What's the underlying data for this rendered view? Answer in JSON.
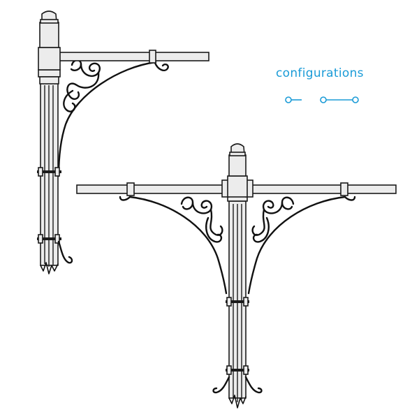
{
  "title": "configurations",
  "colors": {
    "accent": "#1a9bd7",
    "line": "#111111",
    "fill": "#ececec"
  },
  "configurations": [
    {
      "name": "single-arm-bracket"
    },
    {
      "name": "double-arm-bracket"
    }
  ],
  "legend": {
    "single": "single-arm-symbol",
    "double": "double-arm-symbol"
  }
}
